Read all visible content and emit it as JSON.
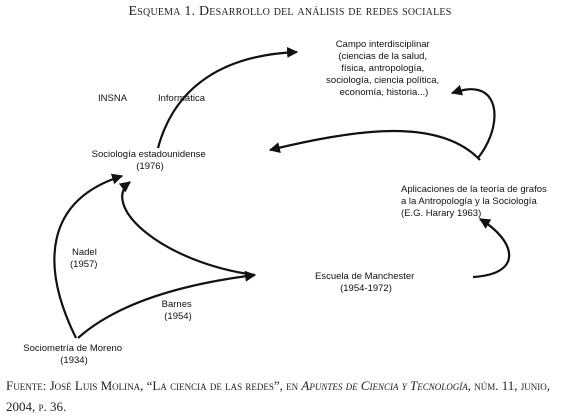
{
  "title": "Esquema 1. Desarrollo del análisis de redes sociales",
  "nodes": {
    "campo": [
      "Campo interdisciplinar",
      "(ciencias de la salud,",
      "física, antropología,",
      "sociología, ciencia política,",
      "economía, historia...)"
    ],
    "insna": "INSNA",
    "informatica": "Informática",
    "sociologia": [
      "Sociología estadounidense",
      "(1976)"
    ],
    "aplicaciones": [
      "Aplicaciones de la teoría de grafos",
      "a la Antropología y la Sociología",
      "(E.G. Harary 1963)"
    ],
    "nadel": [
      "Nadel",
      "(1957)"
    ],
    "manchester": [
      "Escuela de Manchester",
      "(1954-1972)"
    ],
    "barnes": [
      "Barnes",
      "(1954)"
    ],
    "moreno": [
      "Sociometría de Moreno",
      "(1934)"
    ]
  },
  "source": {
    "prefix": "Fuente: José Luis Molina, “La ciencia de las redes”, en ",
    "journal": "Apuntes de Ciencia y Tecnología",
    "suffix": ", núm. 11, junio, 2004, p. 36."
  }
}
